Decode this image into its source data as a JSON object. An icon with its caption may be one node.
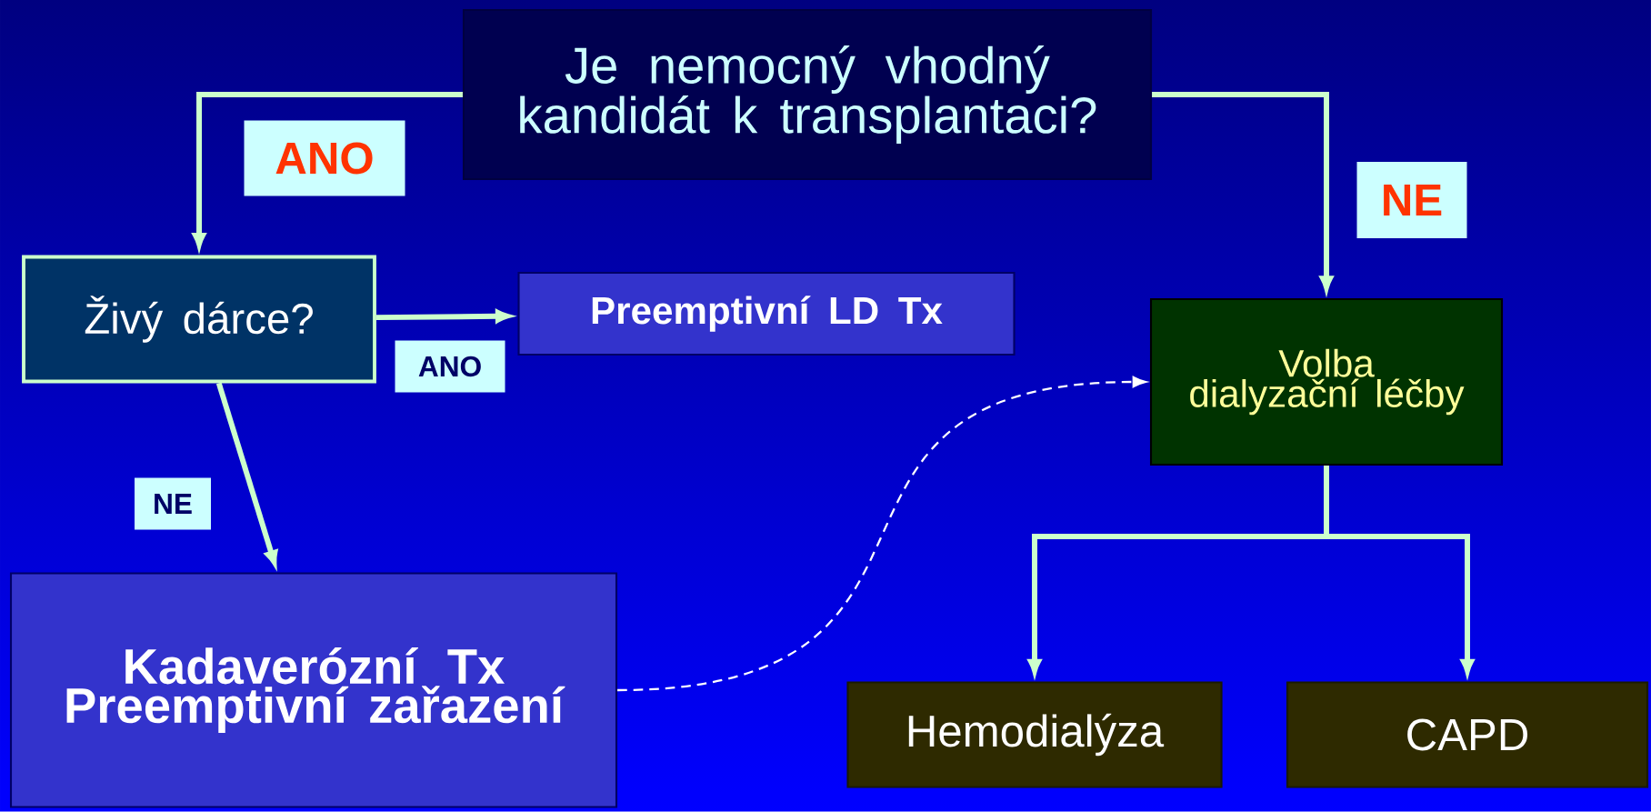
{
  "diagram": {
    "nodes": [
      {
        "text": [
          "Je nemocný vhodný kandidát k transplantaci?"
        ]
      },
      {
        "text": [
          "Živý dárce?"
        ]
      },
      {
        "text": [
          "Preemptivní LD Tx"
        ]
      },
      {
        "text": [
          "Kadaverózní Tx Preemptivní zařazení"
        ]
      },
      {
        "text": [
          "Volba dialyzační léčby"
        ]
      },
      {
        "text": [
          "Hemodialýza"
        ]
      },
      {
        "text": [
          "CAPD"
        ]
      }
    ],
    "edges": [
      {
        "from": 0,
        "to": 1,
        "arrow": "to",
        "label": "ANO"
      },
      {
        "from": 0,
        "to": 4,
        "arrow": "to",
        "label": "NE"
      },
      {
        "from": 1,
        "to": 2,
        "arrow": "to",
        "label": "ANO"
      },
      {
        "from": 1,
        "to": 3,
        "arrow": "to",
        "label": "NE"
      },
      {
        "from": 3,
        "to": 4,
        "arrow": "to",
        "style": "dashed",
        "color": "#ffffff"
      },
      {
        "from": 4,
        "to": 5,
        "arrow": "to"
      },
      {
        "from": 4,
        "to": 6,
        "arrow": "to"
      }
    ]
  }
}
